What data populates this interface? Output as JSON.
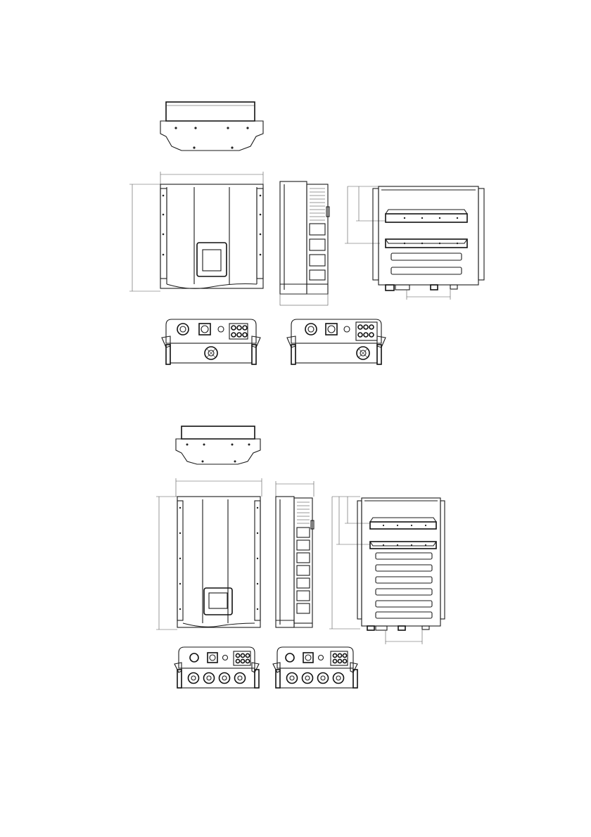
{
  "document": {
    "type": "technical-drawing",
    "views": [
      {
        "model": "upper",
        "views": [
          "top",
          "front",
          "side",
          "rear",
          "bottom",
          "bottom"
        ]
      },
      {
        "model": "lower",
        "views": [
          "top",
          "front",
          "side",
          "rear",
          "bottom",
          "bottom"
        ]
      }
    ]
  },
  "colors": {
    "line": "#1a1a1a",
    "background": "#ffffff"
  }
}
